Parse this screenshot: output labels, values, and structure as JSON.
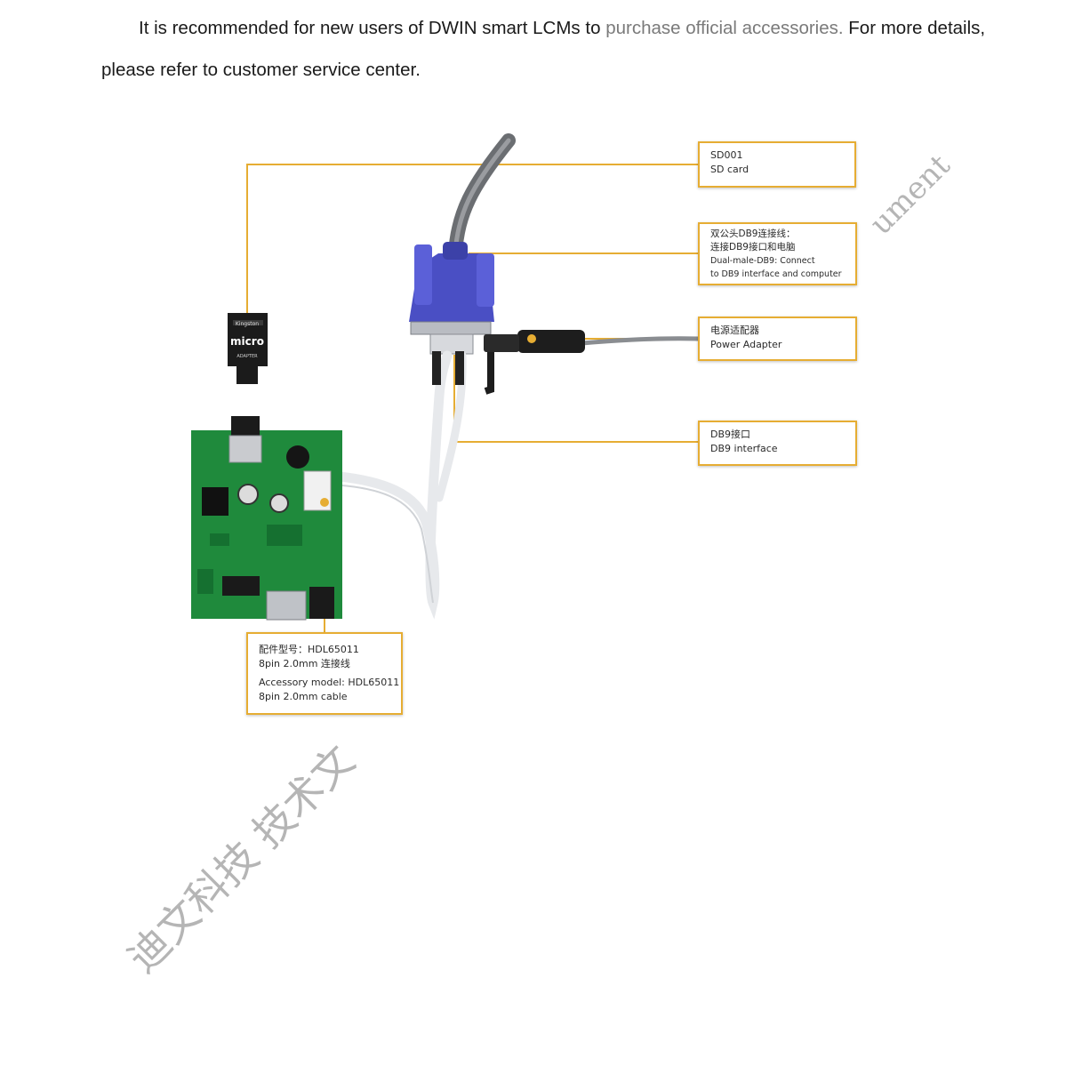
{
  "intro": {
    "part1": "It is recommended for new users of DWIN smart LCMs to ",
    "part2": "purchase official accessories.",
    "part3": " For more details,",
    "line2": "please refer to customer service center."
  },
  "callouts": {
    "sd_card": {
      "line1": "SD001",
      "line2": "SD card"
    },
    "db9_cable": {
      "cn1": "双公头DB9连接线：",
      "cn2": "连接DB9接口和电脑",
      "en1": "Dual-male-DB9: Connect",
      "en2": "to DB9 interface and computer"
    },
    "power_adapter": {
      "cn": "电源适配器",
      "en": "Power Adapter"
    },
    "db9_interface": {
      "cn": "DB9接口",
      "en": "DB9 interface"
    },
    "accessory": {
      "cn1": "配件型号：HDL65011",
      "cn2": "8pin 2.0mm 连接线",
      "en1": "Accessory model: HDL65011",
      "en2": "8pin 2.0mm cable"
    }
  },
  "watermarks": {
    "chinese": "迪文科技 技术文",
    "english": "ument"
  },
  "product_labels": {
    "sd_brand": "Kingston",
    "sd_logo": "micro",
    "sd_adapter": "ADAPTER"
  },
  "colors": {
    "accent": "#e6ad33",
    "pcb": "#1f8a3c",
    "connector": "#4a4fc4"
  }
}
